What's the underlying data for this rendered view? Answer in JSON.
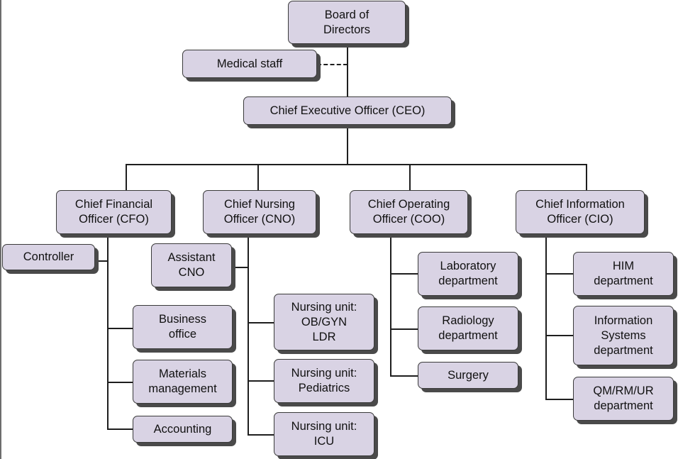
{
  "nodes": {
    "board": "Board of\nDirectors",
    "medical_staff": "Medical staff",
    "ceo": "Chief Executive Officer (CEO)",
    "cfo": "Chief Financial\nOfficer (CFO)",
    "cno": "Chief Nursing\nOfficer (CNO)",
    "coo": "Chief Operating\nOfficer (COO)",
    "cio": "Chief Information\nOfficer (CIO)",
    "controller": "Controller",
    "business_office": "Business\noffice",
    "materials_management": "Materials\nmanagement",
    "accounting": "Accounting",
    "assistant_cno": "Assistant\nCNO",
    "nursing_obgyn": "Nursing unit:\nOB/GYN\nLDR",
    "nursing_pediatrics": "Nursing unit:\nPediatrics",
    "nursing_icu": "Nursing unit:\nICU",
    "laboratory": "Laboratory\ndepartment",
    "radiology": "Radiology\ndepartment",
    "surgery": "Surgery",
    "him": "HIM\ndepartment",
    "information_systems": "Information\nSystems\ndepartment",
    "qm_rm_ur": "QM/RM/UR\ndepartment"
  },
  "colors": {
    "box_fill": "#d9d3e4",
    "box_border": "#3a3a3a",
    "box_shadow": "#4a4a4a",
    "connector": "#1e1e1e"
  }
}
